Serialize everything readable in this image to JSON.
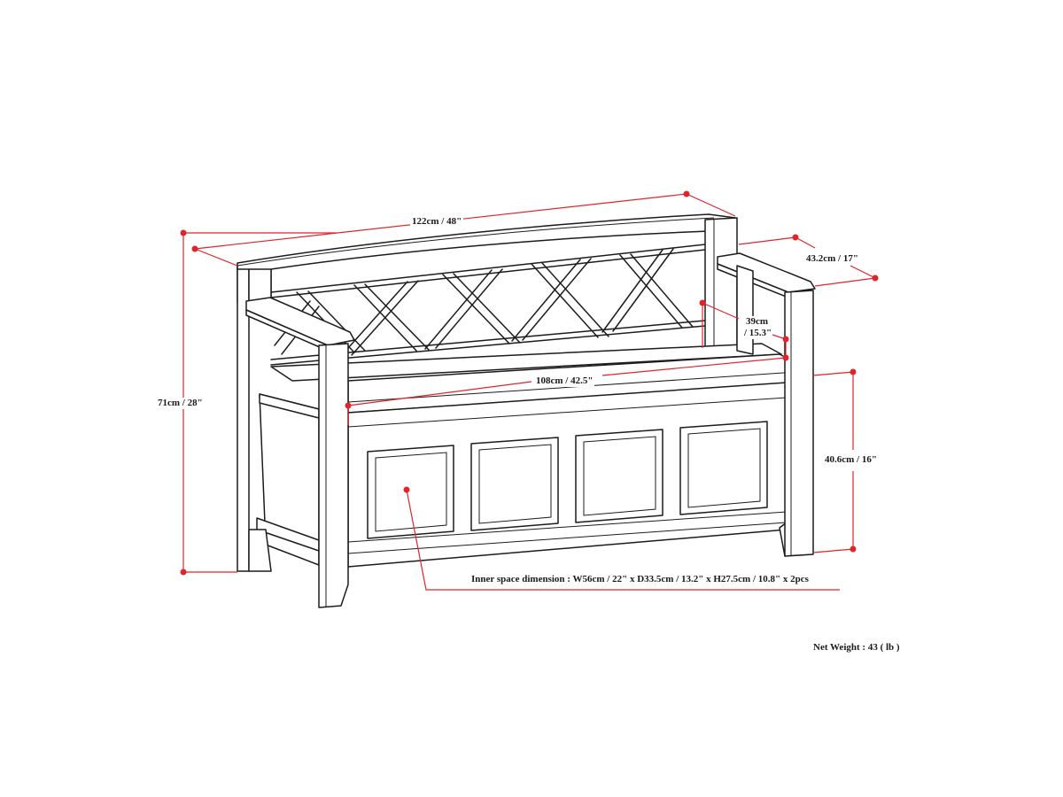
{
  "product": "storage entryway bench",
  "colors": {
    "dimension_line": "#e0242b",
    "drawing_ink": "#1c1c1c",
    "background": "#ffffff"
  },
  "dimensions": {
    "overall_width": "122cm / 48\"",
    "overall_depth": "43.2cm / 17\"",
    "overall_height": "71cm / 28\"",
    "back_height_line1": "39cm",
    "back_height_line2": "/ 15.3\"",
    "seat_width": "108cm / 42.5\"",
    "seat_height": "40.6cm / 16\"",
    "inner_space": "Inner space dimension : W56cm / 22\" x D33.5cm / 13.2\" x H27.5cm / 10.8\" x 2pcs"
  },
  "net_weight": "Net Weight : 43 ( lb )",
  "drawing": {
    "front_panels": 4,
    "backrest_pattern": "lattice X-crossbars",
    "armrests": 2
  }
}
